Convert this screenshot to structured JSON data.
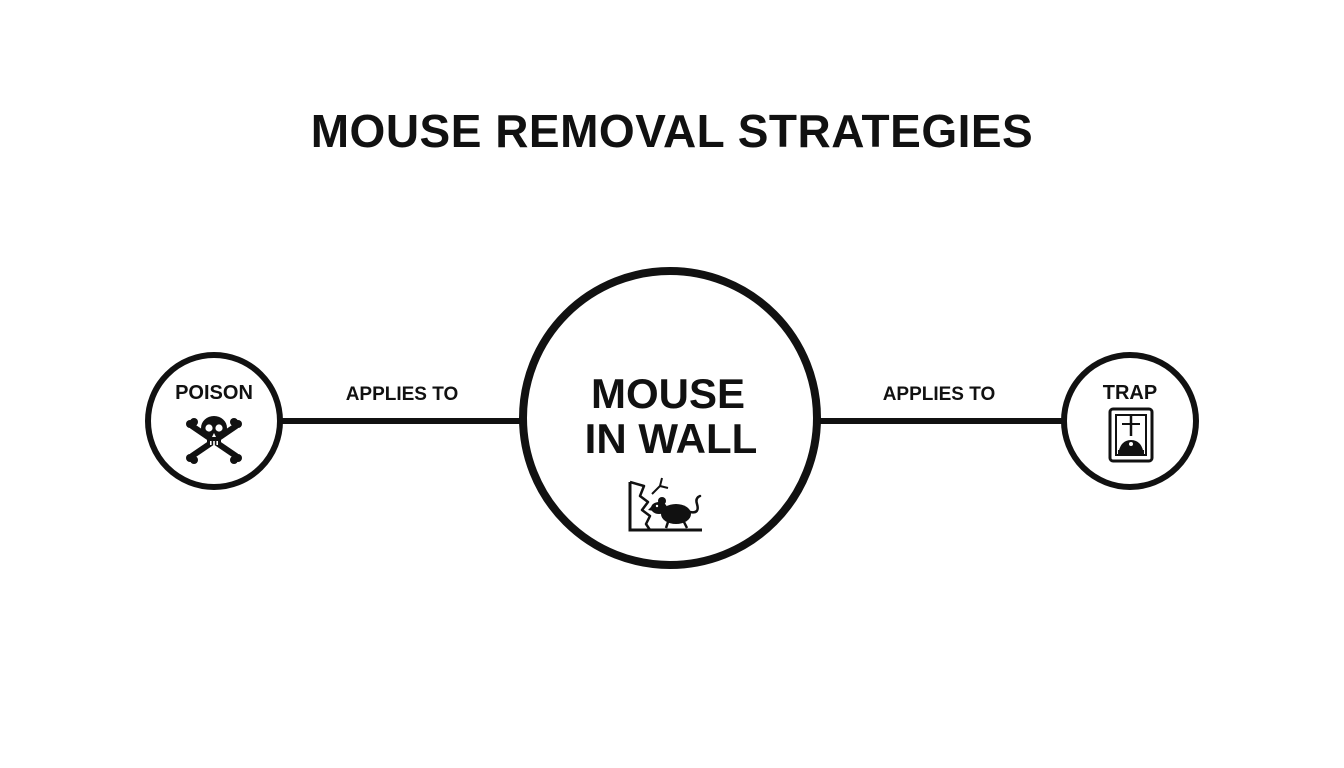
{
  "title": "MOUSE REMOVAL STRATEGIES",
  "colors": {
    "stroke": "#111111",
    "background": "#ffffff"
  },
  "nodes": {
    "left": {
      "label": "POISON",
      "icon": "skull-crossbones-icon"
    },
    "center": {
      "label_line1": "MOUSE",
      "label_line2": "IN WALL",
      "icon": "mouse-in-wall-icon"
    },
    "right": {
      "label": "TRAP",
      "icon": "mouse-trap-icon"
    }
  },
  "edges": {
    "left": {
      "label": "APPLIES TO"
    },
    "right": {
      "label": "APPLIES TO"
    }
  }
}
